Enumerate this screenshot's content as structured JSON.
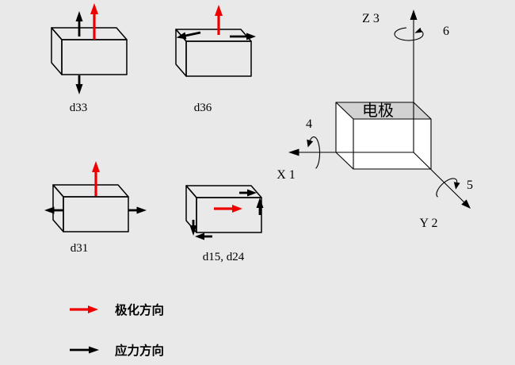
{
  "colors": {
    "background": "#e9e9e9",
    "polarization": "#ee0000",
    "stress": "#000000",
    "box_top": "#d2d2d2",
    "box_face": "#ffffff"
  },
  "modes": [
    {
      "label": "d33"
    },
    {
      "label": "d36"
    },
    {
      "label": "d31"
    },
    {
      "label": "d15, d24"
    }
  ],
  "axes": {
    "x_label": "X 1",
    "y_label": "Y 2",
    "z_label": "Z 3",
    "rot_x": "4",
    "rot_y": "5",
    "rot_z": "6",
    "electrode": "电极"
  },
  "legend": {
    "polarization": "极化方向",
    "stress": "应力方向"
  }
}
